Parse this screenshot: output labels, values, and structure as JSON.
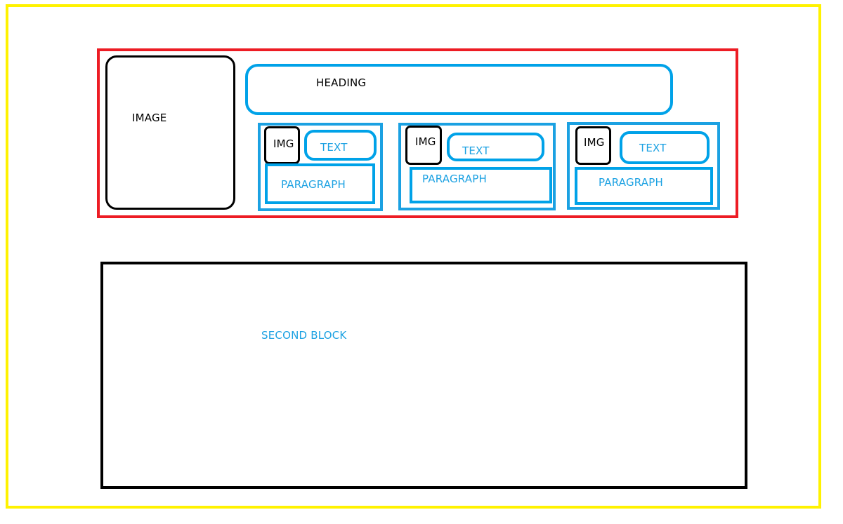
{
  "colors": {
    "outer_border": "#FFF200",
    "first_block_border": "#ED1C24",
    "accent_blue": "#00A2E8",
    "image_border": "#000000"
  },
  "first_block": {
    "image_label": "IMAGE",
    "heading_label": "HEADING",
    "cards": [
      {
        "img_label": "IMG",
        "text_label": "TEXT",
        "paragraph_label": "PARAGRAPH"
      },
      {
        "img_label": "IMG",
        "text_label": "TEXT",
        "paragraph_label": "PARAGRAPH"
      },
      {
        "img_label": "IMG",
        "text_label": "TEXT",
        "paragraph_label": "PARAGRAPH"
      }
    ]
  },
  "second_block": {
    "label": "SECOND BLOCK"
  }
}
